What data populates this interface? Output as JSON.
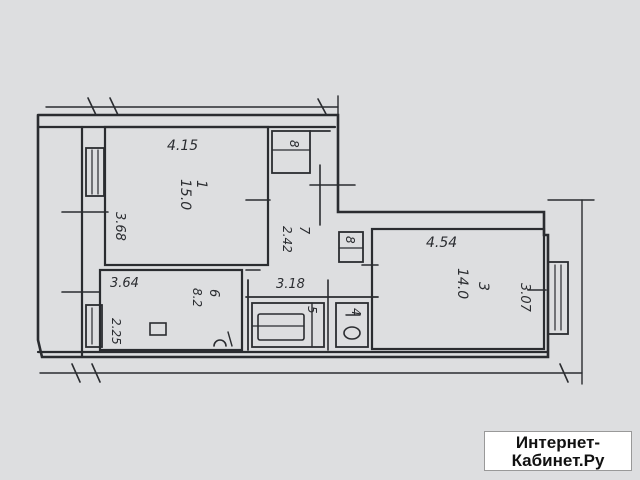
{
  "floor_plan": {
    "rooms": [
      {
        "id": "room-1",
        "number": "1",
        "area": "15.0",
        "width": "4.15",
        "depth": "3.68"
      },
      {
        "id": "room-3",
        "number": "3",
        "area": "14.0",
        "width": "4.54",
        "depth": "3.07"
      },
      {
        "id": "room-6",
        "number": "6",
        "area": "8.2",
        "width": "3.64",
        "depth": "2.25"
      }
    ],
    "hall": {
      "number": "7",
      "dim_a": "2.42",
      "dim_b": "3.18"
    },
    "closets": [
      "8",
      "8",
      "4",
      "5"
    ]
  },
  "watermark": {
    "line1": "Интернет-",
    "line2": "Кабинет.Ру"
  }
}
